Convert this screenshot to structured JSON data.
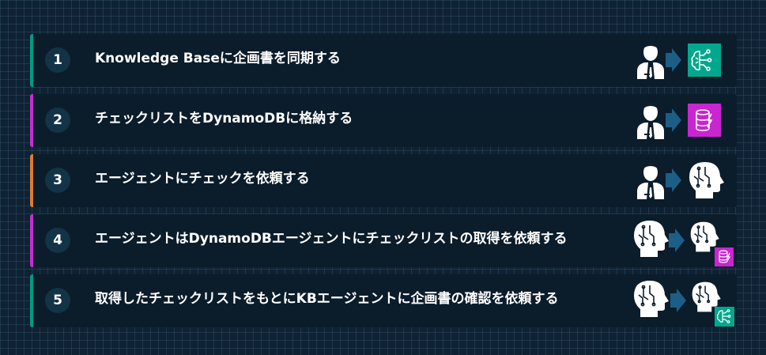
{
  "steps": [
    {
      "number": "1",
      "label": "Knowledge Baseに企画書を同期する",
      "accent": "#009b82",
      "from": "person-icon",
      "to": "knowledge-base-icon",
      "to_color": "#01a88d"
    },
    {
      "number": "2",
      "label": "チェックリストをDynamoDBに格納する",
      "accent": "#c22fd0",
      "from": "person-icon",
      "to": "dynamodb-icon",
      "to_color": "#c925d1"
    },
    {
      "number": "3",
      "label": "エージェントにチェックを依頼する",
      "accent": "#dd7a30",
      "from": "person-icon",
      "to": "agent-head-icon"
    },
    {
      "number": "4",
      "label": "エージェントはDynamoDBエージェントにチェックリストの取得を依頼する",
      "accent": "#c22fd0",
      "from": "agent-head-icon",
      "to": "agent-head-icon",
      "badge": "dynamodb-icon",
      "badge_color": "#c925d1"
    },
    {
      "number": "5",
      "label": "取得したチェックリストをもとにKBエージェントに企画書の確認を依頼する",
      "accent": "#009b82",
      "from": "agent-head-icon",
      "to": "agent-head-icon",
      "badge": "knowledge-base-icon",
      "badge_color": "#01a88d"
    }
  ],
  "colors": {
    "arrow": "#1d5e87",
    "icon_fill": "#ffffff",
    "icon_dark": "#0b1c2b"
  }
}
